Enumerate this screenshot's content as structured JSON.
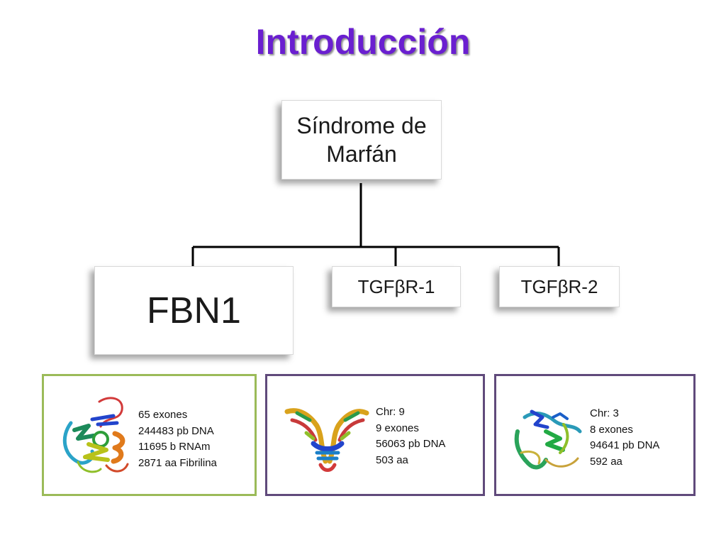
{
  "title": "Introducción",
  "root": {
    "line1": "Síndrome de",
    "line2": "Marfán"
  },
  "children": [
    {
      "label": "FBN1"
    },
    {
      "label": "TGFβR-1"
    },
    {
      "label": "TGFβR-2"
    }
  ],
  "info": [
    {
      "lines": [
        "65 exones",
        "244483 pb DNA",
        "11695 b RNAm",
        "2871 aa Fibrilina"
      ]
    },
    {
      "lines": [
        "Chr: 9",
        "9 exones",
        "56063 pb DNA",
        "503 aa"
      ]
    },
    {
      "lines": [
        "Chr: 3",
        "8 exones",
        "94641 pb DNA",
        "592 aa"
      ]
    }
  ],
  "colors": {
    "title": "#6a1fd0",
    "box1_border": "#9bbb59",
    "box_border": "#604a7b"
  }
}
